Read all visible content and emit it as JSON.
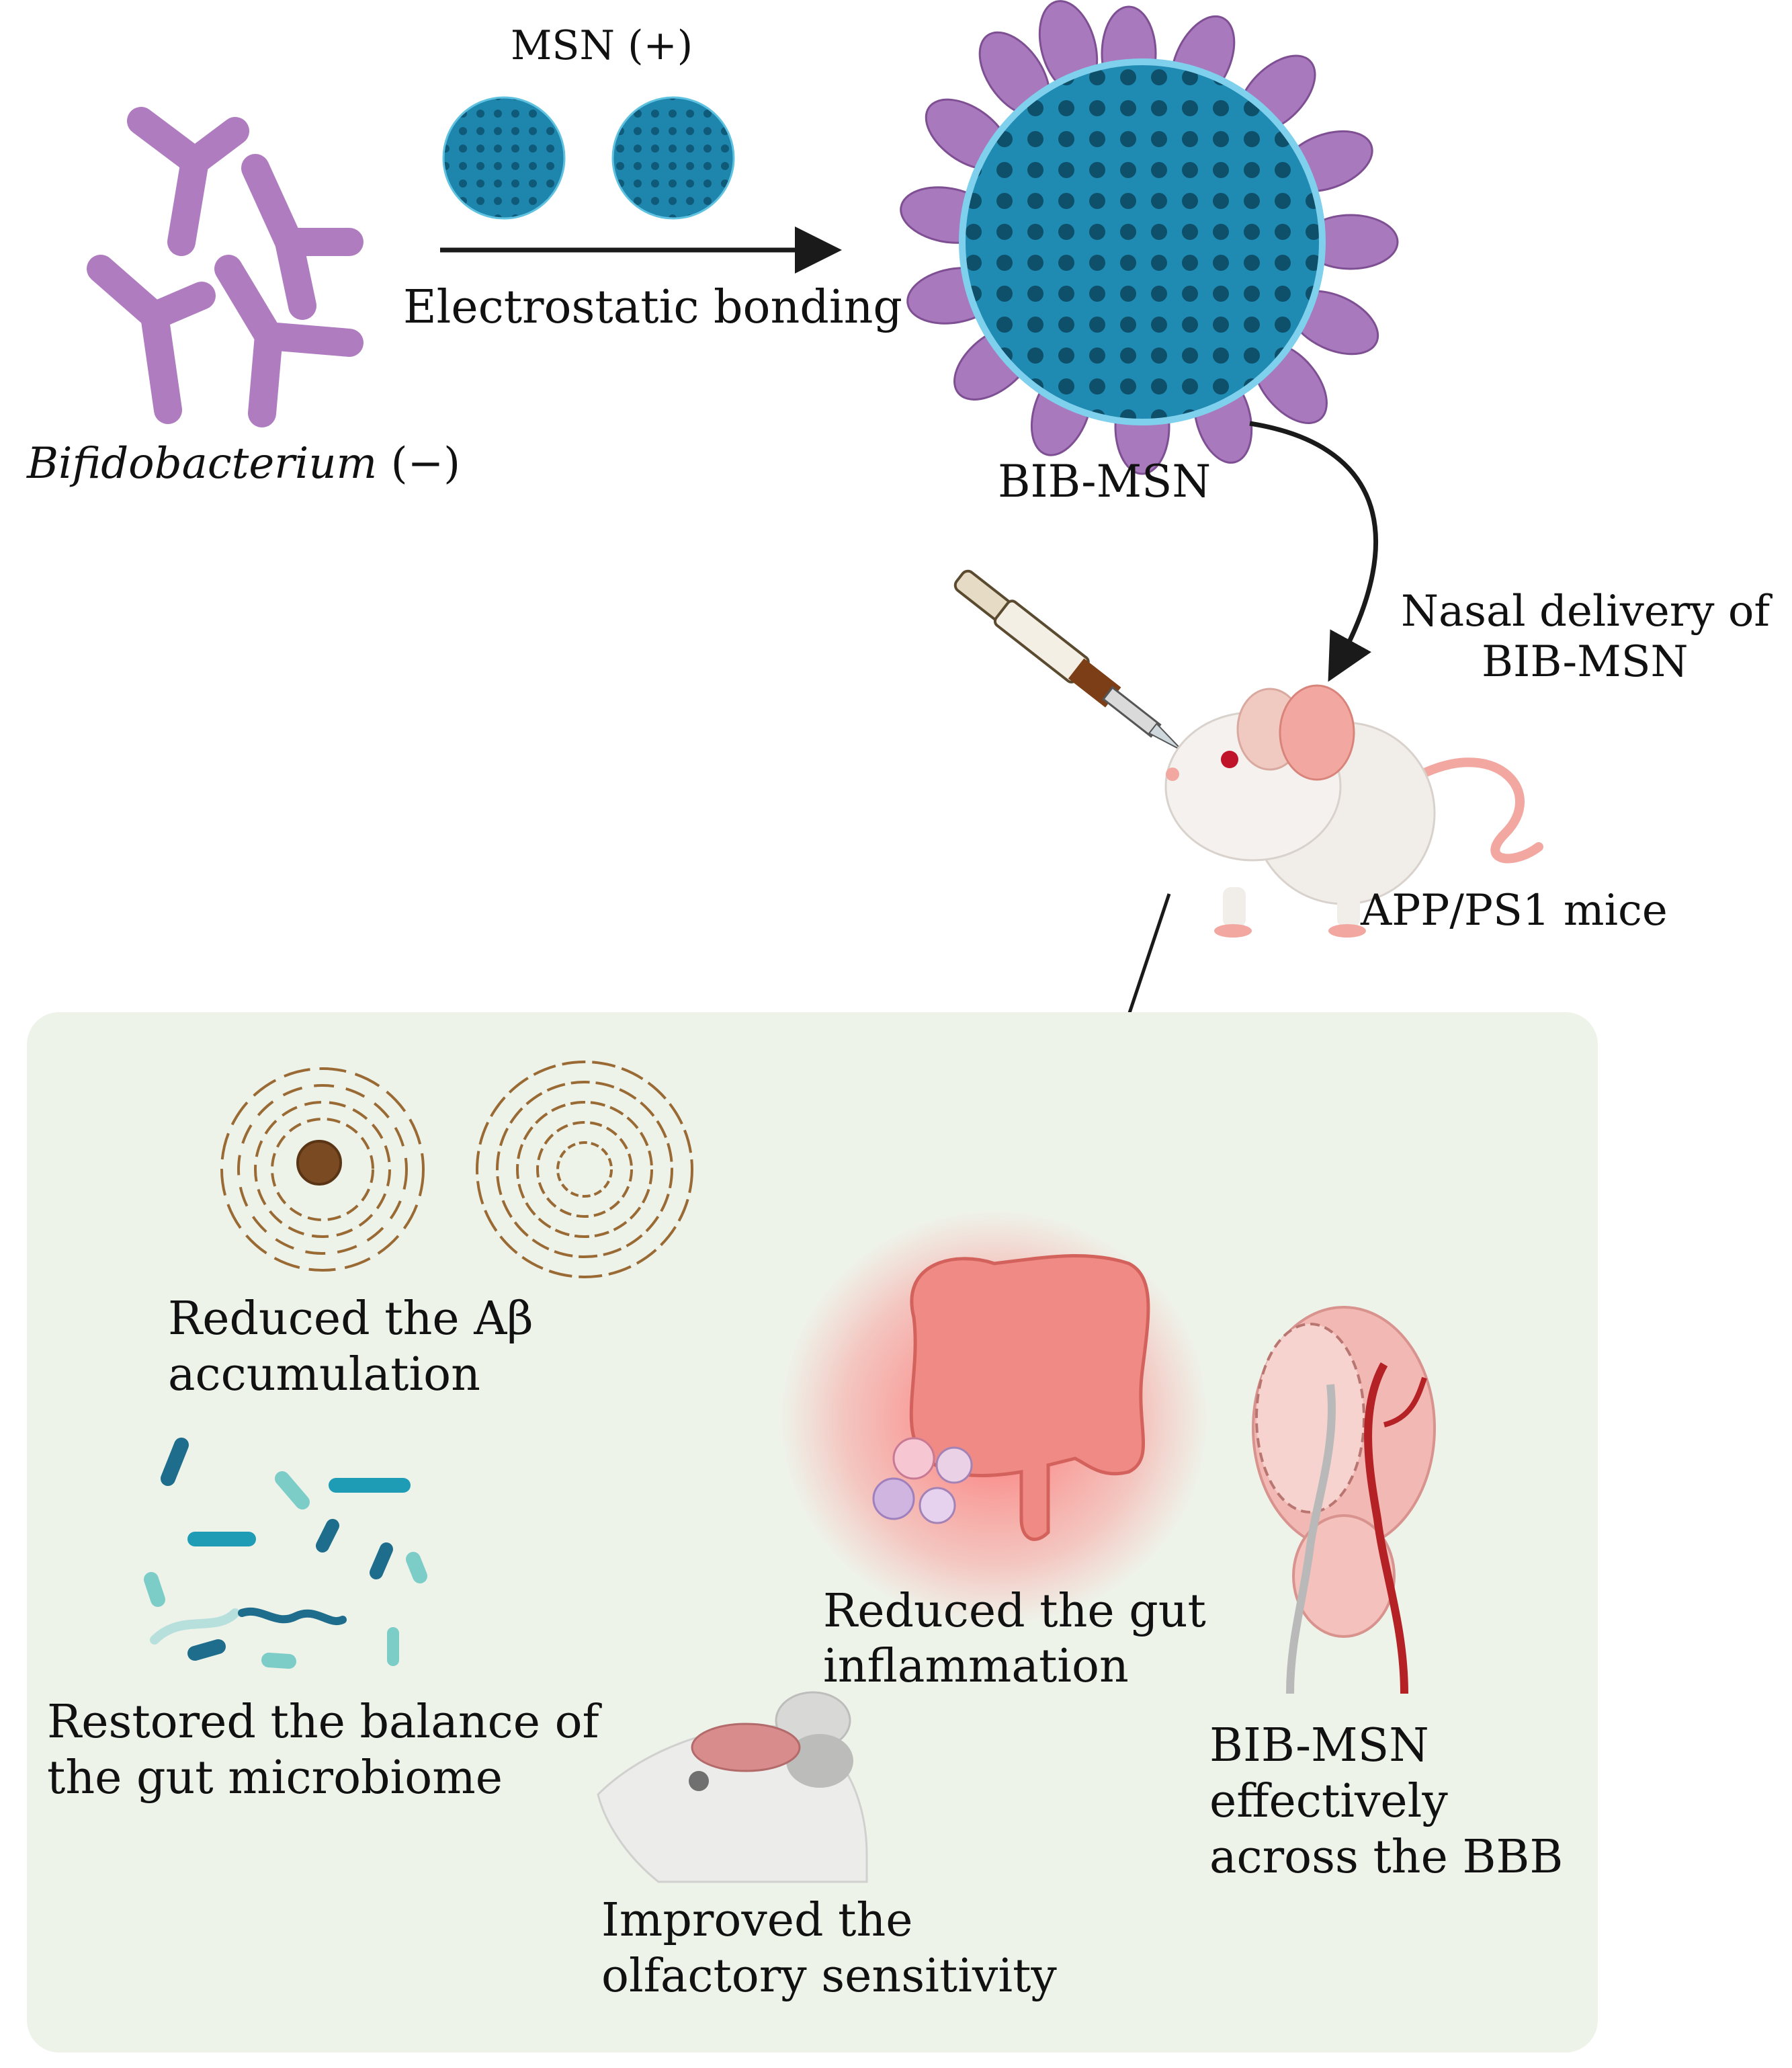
{
  "labels": {
    "msn": "MSN (+)",
    "electrostatic": "Electrostatic bonding",
    "bifido_name": "Bifidobacterium",
    "bifido_charge": " (−)",
    "bib_msn": "BIB-MSN",
    "nasal_line1": "Nasal delivery of",
    "nasal_line2": "BIB-MSN",
    "mice": "APP/PS1 mice",
    "abeta_line1": "Reduced the Aβ",
    "abeta_line2": "accumulation",
    "microbiome_line1": "Restored the balance of",
    "microbiome_line2": "the gut microbiome",
    "gut_line1": "Reduced the gut",
    "gut_line2": "inflammation",
    "olfactory_line1": "Improved the",
    "olfactory_line2": "olfactory sensitivity",
    "bbb_line1": "BIB-MSN",
    "bbb_line2": "effectively",
    "bbb_line3": "across the BBB"
  },
  "colors": {
    "bacteria": "#b07cc0",
    "bacteria_dark": "#8e5aa3",
    "msn": "#1e86ad",
    "msn_dark": "#0e4f6a",
    "panel_bg": "#eef3ea",
    "amyloid": "#9a6a34",
    "gut": "#f07a78",
    "brain": "#f2b8b4",
    "vessel_red": "#b52226",
    "vessel_gray": "#b9b9b9",
    "mouse_body": "#f3f0ee",
    "mouse_ear": "#f2a8a0",
    "arrow": "#1a1a1a"
  },
  "icons": [
    "bifidobacterium-icon",
    "msn-particle-icon",
    "bib-msn-complex-icon",
    "nasal-pipette-icon",
    "mouse-icon",
    "amyloid-plaque-icon",
    "gut-microbiome-icon",
    "inflamed-gut-icon",
    "brain-vessels-icon",
    "mouse-olfactory-brain-icon"
  ]
}
